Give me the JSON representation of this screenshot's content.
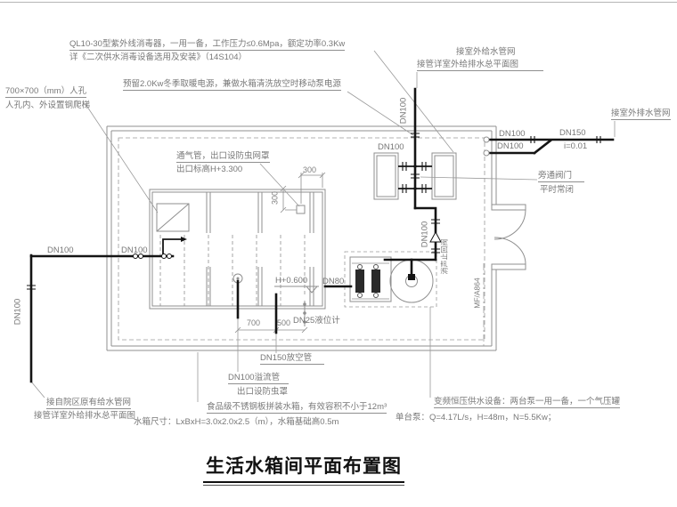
{
  "drawing": {
    "title": "生活水箱间平面布置图",
    "notes": {
      "uv1": "QL10-30型紫外线消毒器，一用一备，工作压力≤0.6Mpa，额定功率0.3Kw",
      "uv2": "详《二次供水消毒设备选用及安装》（14S104）",
      "power": "预留2.0Kw冬季取暖电源，兼做水箱清洗放空时移动泵电源",
      "manhole1": "700×700（mm）人孔",
      "manhole2": "人孔内、外设置钢爬梯",
      "supply_top1": "接室外给水管网",
      "supply_top2": "接管详室外给排水总平面图",
      "drain_right": "接室外排水管网",
      "vent1": "通气管，出口设防虫网罩",
      "vent2": "出口标高H+3.300",
      "bypass1": "旁通阀门",
      "bypass2": "平时常闭",
      "check_valve": "消声止回阀",
      "door_tag": "MF/A864",
      "level": "H+0.600",
      "gauge": "DN25液位计",
      "drain_pipe": "DN150放空管",
      "overflow1": "DN100溢流管",
      "overflow2": "出口设防虫罩",
      "source1": "接自院区原有给水管网",
      "source2": "接管详室外给排水总平面图",
      "tank_spec1": "食品级不锈钢板拼装水箱，有效容积不小于12m³",
      "tank_spec2": "水箱尺寸：LxBxH=3.0x2.0x2.5（m），水箱基础高0.5m",
      "pump_spec1": "变频恒压供水设备：两台泵一用一备，一个气压罐",
      "pump_spec2": "单台泵：Q=4.17L/s，H=48m，N=5.5Kw；"
    },
    "pipe_labels": {
      "dn100_top_riser": "DN100",
      "dn100_device": "DN100",
      "dn100_drain_a": "DN100",
      "dn100_drain_b": "DN100",
      "dn150_drain": "DN150",
      "slope": "i=0.01",
      "dn100_fill_a": "DN100",
      "dn100_fill_b": "DN100",
      "dn100_left_riser": "DN100",
      "dn100_pump_riser": "DN100",
      "dn80_suction": "DN80"
    },
    "dimensions": {
      "vent_h": "300",
      "vent_v": "300",
      "d700": "700",
      "d500": "500"
    },
    "colors": {
      "line_gray": "#8f8f8f",
      "pipe_black": "#141414",
      "text_gray": "#787878",
      "bg": "#ffffff"
    }
  }
}
